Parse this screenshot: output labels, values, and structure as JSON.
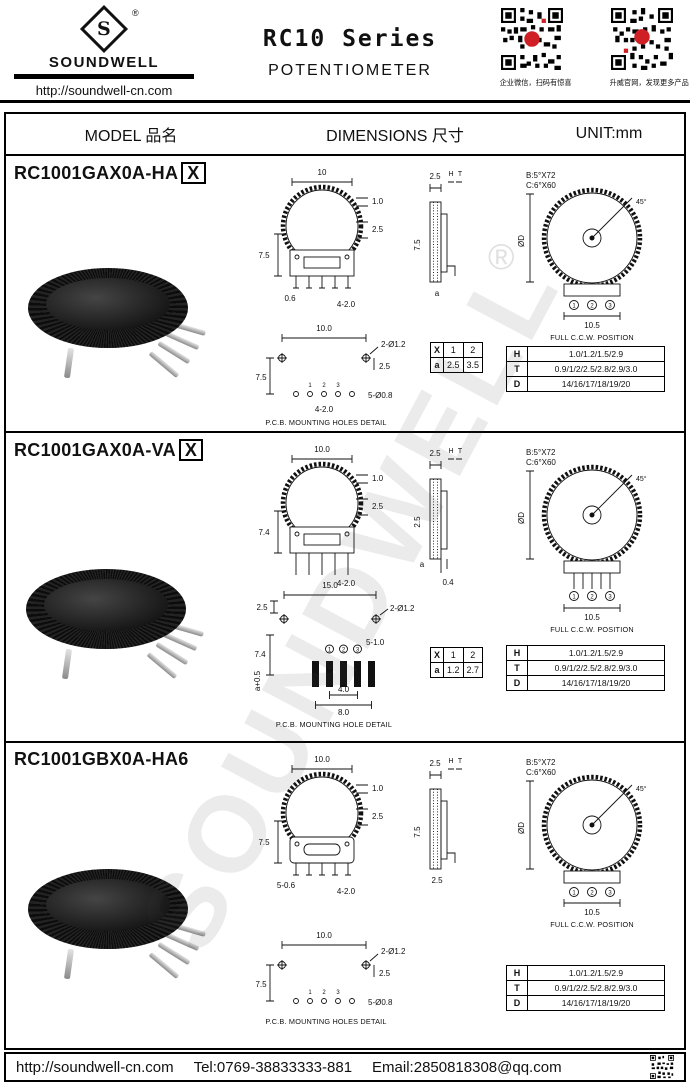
{
  "header": {
    "logo_text": "SOUNDWELL",
    "logo_glyph": "S",
    "logo_reg": "®",
    "website": "http://soundwell-cn.com",
    "title": "RC10 Series",
    "subtitle": "POTENTIOMETER",
    "qr_captions": [
      "企业微信，扫码有惊喜",
      "升威官网，发现更多产品"
    ]
  },
  "table_header": {
    "model": "MODEL 品名",
    "dimensions": "DIMENSIONS 尺寸",
    "unit": "UNIT:mm"
  },
  "watermark": {
    "text": "SOUNDWELL",
    "reg": "®"
  },
  "rows": [
    {
      "model": "RC1001GAX0A-HA",
      "model_box": "X",
      "front": {
        "top": "10",
        "r1": "1.0",
        "r2": "2.5",
        "left": "7.5",
        "b1": "0.6",
        "b2": "4-2.0"
      },
      "side": {
        "top": "2.5",
        "h": "H",
        "t": "T",
        "v": "7.5",
        "a": "a"
      },
      "ccw": {
        "b": "B:5°X72",
        "c": "C:6°X60",
        "deg": "45°",
        "od": "ØD",
        "w": "10.5",
        "t1": "1",
        "t2": "2",
        "t3": "3",
        "caption": "FULL C.C.W. POSITION"
      },
      "pcb": {
        "top": "10.0",
        "hole": "2-Ø1.2",
        "r": "2.5",
        "l": "7.5",
        "h5": "5-Ø0.8",
        "b": "4-2.0",
        "n1": "1",
        "n2": "2",
        "n3": "3",
        "caption": "P.C.B. MOUNTING HOLES DETAIL"
      },
      "xtable": [
        "X",
        "1",
        "2",
        "a",
        "2.5",
        "3.5"
      ],
      "htd": [
        [
          "H",
          "1.0/1.2/1.5/2.9"
        ],
        [
          "T",
          "0.9/1/2/2.5/2.8/2.9/3.0"
        ],
        [
          "D",
          "14/16/17/18/19/20"
        ]
      ]
    },
    {
      "model": "RC1001GAX0A-VA",
      "model_box": "X",
      "front": {
        "top": "10.0",
        "r1": "1.0",
        "r2": "2.5",
        "left": "7.4",
        "b2": "4-2.0"
      },
      "side": {
        "top": "2.5",
        "h": "H",
        "t": "T",
        "v": "2.5",
        "a": "a",
        "b": "0.4"
      },
      "ccw": {
        "b": "B:5°X72",
        "c": "C:6°X60",
        "deg": "45°",
        "od": "ØD",
        "w": "10.5",
        "t1": "1",
        "t2": "2",
        "t3": "3",
        "caption": "FULL C.C.W. POSITION"
      },
      "pcb": {
        "t": "2.5",
        "top": "15.0",
        "hole": "2-Ø1.2",
        "h5": "5-1.0",
        "l": "7.4",
        "a": "a+0.5",
        "w1": "4.0",
        "w2": "8.0",
        "n1": "1",
        "n2": "2",
        "n3": "3",
        "caption": "P.C.B. MOUNTING HOLE DETAIL"
      },
      "xtable": [
        "X",
        "1",
        "2",
        "a",
        "1.2",
        "2.7"
      ],
      "htd": [
        [
          "H",
          "1.0/1.2/1.5/2.9"
        ],
        [
          "T",
          "0.9/1/2/2.5/2.8/2.9/3.0"
        ],
        [
          "D",
          "14/16/17/18/19/20"
        ]
      ]
    },
    {
      "model": "RC1001GBX0A-HA6",
      "front": {
        "top": "10.0",
        "r1": "1.0",
        "r2": "2.5",
        "left": "7.5",
        "b1": "5-0.6",
        "b2": "4-2.0"
      },
      "side": {
        "top": "2.5",
        "h": "H",
        "t": "T",
        "v": "7.5",
        "a": "2.5"
      },
      "ccw": {
        "b": "B:5°X72",
        "c": "C:6°X60",
        "deg": "45°",
        "od": "ØD",
        "w": "10.5",
        "t1": "1",
        "t2": "2",
        "t3": "3",
        "caption": "FULL C.C.W. POSITION"
      },
      "pcb": {
        "top": "10.0",
        "hole": "2-Ø1.2",
        "r": "2.5",
        "l": "7.5",
        "h5": "5-Ø0.8",
        "n1": "1",
        "n2": "2",
        "n3": "3",
        "caption": "P.C.B. MOUNTING HOLES DETAIL"
      },
      "htd": [
        [
          "H",
          "1.0/1.2/1.5/2.9"
        ],
        [
          "T",
          "0.9/1/2/2.5/2.8/2.9/3.0"
        ],
        [
          "D",
          "14/16/17/18/19/20"
        ]
      ]
    }
  ],
  "footer": {
    "website": "http://soundwell-cn.com",
    "tel": "Tel:0769-38833333-881",
    "email": "Email:2850818308@qq.com"
  }
}
